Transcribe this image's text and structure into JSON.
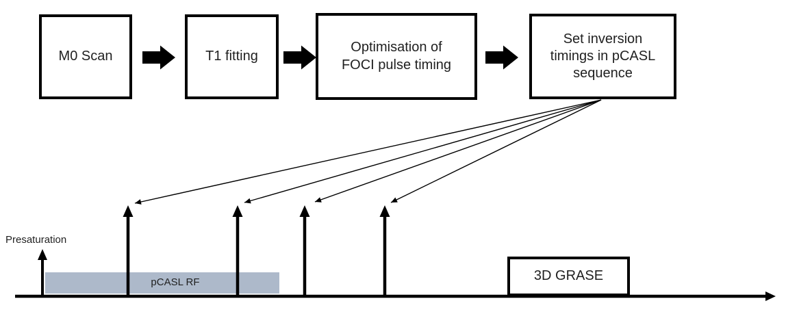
{
  "flowchart": {
    "steps": [
      {
        "id": "m0-scan",
        "label": "M0 Scan"
      },
      {
        "id": "t1-fitting",
        "label": "T1 fitting"
      },
      {
        "id": "foci-optimisation",
        "label": "Optimisation of\nFOCI pulse timing"
      },
      {
        "id": "set-inversion-timings",
        "label": "Set inversion\ntimings in pCASL\nsequence"
      }
    ]
  },
  "timing_diagram": {
    "presaturation_label": "Presaturation",
    "pcasl_rf_label": "pCASL RF",
    "grase_label": "3D GRASE",
    "inversion_pulse_count": 4,
    "colors": {
      "pcasl_rf_fill": "#adb9ca",
      "line": "#000000"
    }
  }
}
